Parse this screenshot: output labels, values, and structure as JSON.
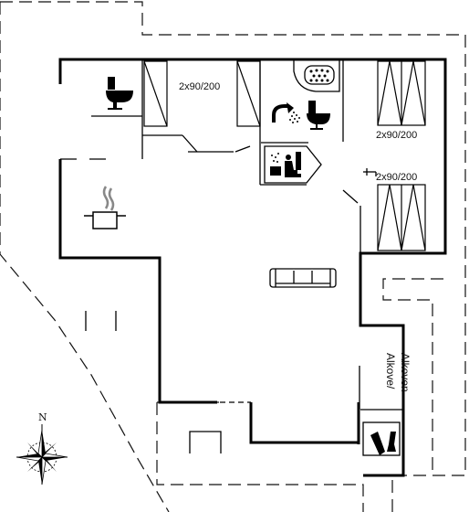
{
  "floorplan": {
    "bed_labels": [
      "2x90/200",
      "2x90/200",
      "2x90/200"
    ],
    "alcove_label_line1": "Alkove/",
    "alcove_label_line2": "Alkoven",
    "compass_letter": "N"
  },
  "icons": [
    "toilet-icon",
    "shower-icon",
    "whirlpool-icon",
    "sauna-icon",
    "cooking-pot-icon",
    "sofa-icon",
    "fireplace-icon",
    "wine-icon",
    "compass-rose-icon"
  ],
  "colors": {
    "wall": "#000000",
    "background": "#ffffff"
  }
}
